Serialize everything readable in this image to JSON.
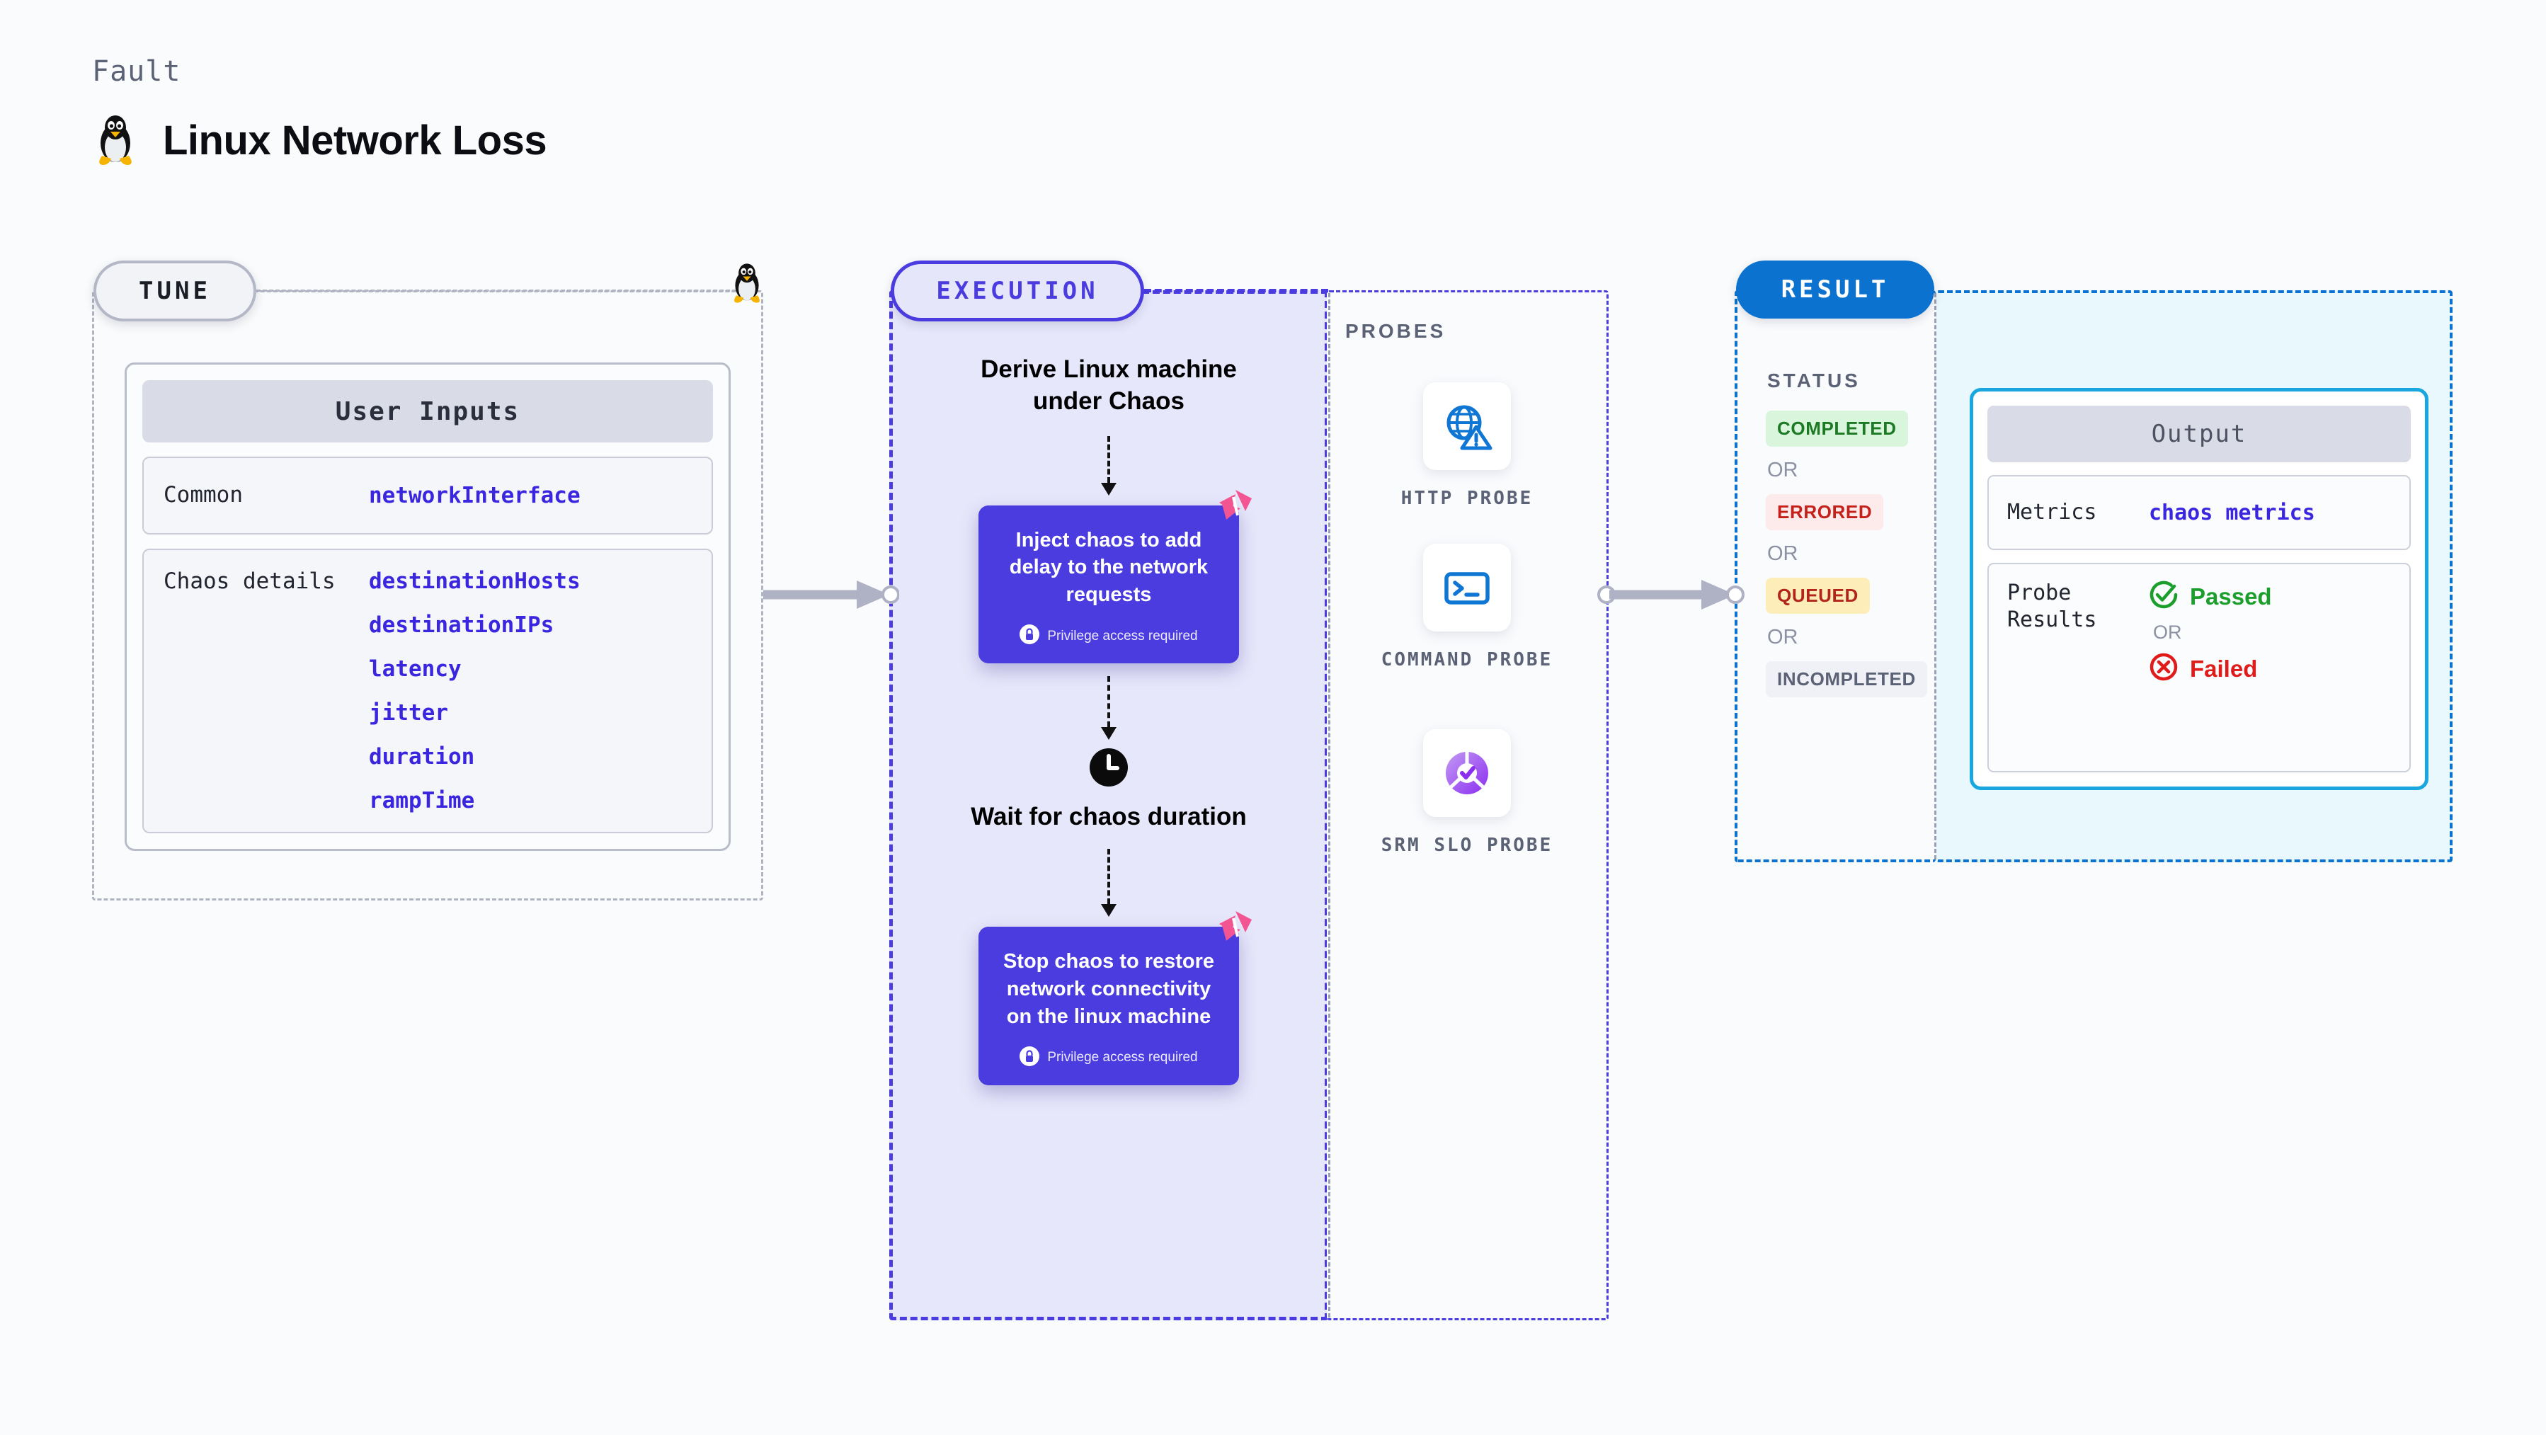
{
  "header": {
    "kicker": "Fault",
    "title": "Linux Network Loss",
    "icon": "linux-penguin-icon"
  },
  "tune": {
    "badge": "TUNE",
    "icon": "linux-penguin-icon",
    "card_title": "User Inputs",
    "rows": [
      {
        "label": "Common",
        "values": [
          "networkInterface"
        ]
      },
      {
        "label": "Chaos details",
        "values": [
          "destinationHosts",
          "destinationIPs",
          "latency",
          "jitter",
          "duration",
          "rampTime"
        ]
      }
    ]
  },
  "execution": {
    "badge": "EXECUTION",
    "steps": [
      {
        "type": "heading",
        "text": "Derive Linux machine under Chaos"
      },
      {
        "type": "card",
        "text": "Inject chaos to add delay to the network requests",
        "privilege": "Privilege access required",
        "icon": "litmus-logo-icon",
        "lock": "lock-icon"
      },
      {
        "type": "heading",
        "text": "Wait for chaos duration",
        "icon": "clock-icon"
      },
      {
        "type": "card",
        "text": "Stop chaos to restore network connectivity on the linux machine",
        "privilege": "Privilege access required",
        "icon": "litmus-logo-icon",
        "lock": "lock-icon"
      }
    ]
  },
  "probes": {
    "label": "PROBES",
    "items": [
      {
        "name": "HTTP PROBE",
        "icon": "globe-warning-icon"
      },
      {
        "name": "COMMAND PROBE",
        "icon": "terminal-icon"
      },
      {
        "name": "SRM SLO PROBE",
        "icon": "slo-gauge-check-icon"
      }
    ]
  },
  "result": {
    "badge": "RESULT",
    "status_label": "STATUS",
    "or_text": "OR",
    "statuses": [
      {
        "text": "COMPLETED",
        "bg": "#d9f6dd",
        "color": "#1b7a23"
      },
      {
        "text": "ERRORED",
        "bg": "#fdeaea",
        "color": "#c6201a"
      },
      {
        "text": "QUEUED",
        "bg": "#fdedb9",
        "color": "#b3241c"
      },
      {
        "text": "INCOMPLETED",
        "bg": "#eff1f6",
        "color": "#5b6275"
      }
    ],
    "output": {
      "title": "Output",
      "metrics_label": "Metrics",
      "metrics_value": "chaos metrics",
      "probe_label": "Probe Results",
      "passed": "Passed",
      "failed": "Failed",
      "or_text": "OR",
      "passed_icon": "check-circle-icon",
      "failed_icon": "x-circle-icon"
    }
  },
  "colors": {
    "purple": "#4b3ce0",
    "blue": "#0b72d0",
    "cyan": "#1aa7e0",
    "pink": "#f25591",
    "green": "#1b9e2c",
    "red": "#e01b1b",
    "gray": "#b0b4c2"
  }
}
